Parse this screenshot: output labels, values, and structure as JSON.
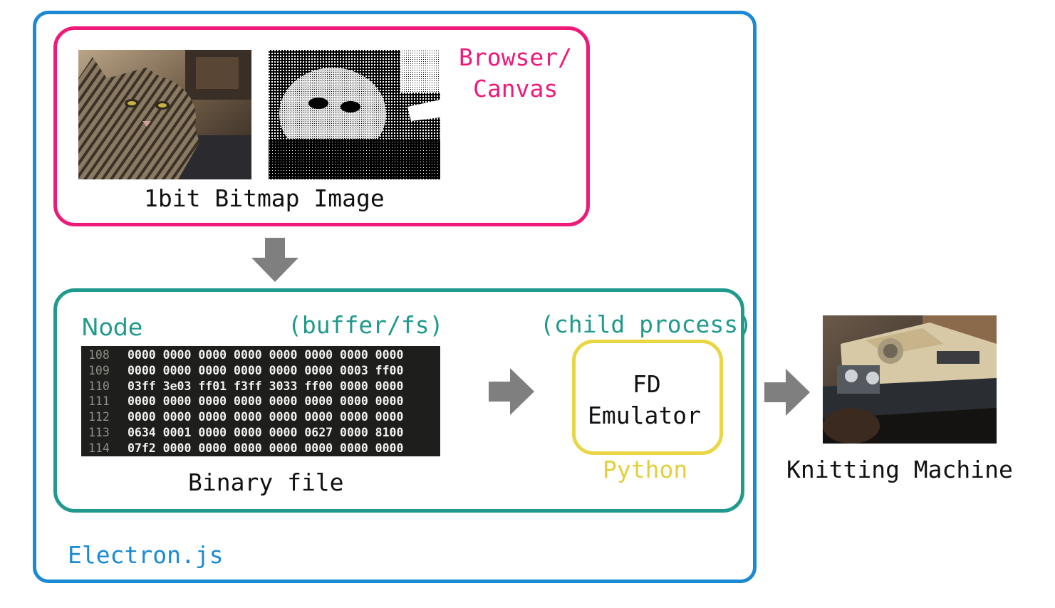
{
  "labels": {
    "browser_canvas_line1": "Browser/",
    "browser_canvas_line2": "Canvas",
    "bitmap_caption": "1bit Bitmap Image",
    "node": "Node",
    "buffer_fs": "(buffer/fs)",
    "child_process": "(child process)",
    "fd_line1": "FD",
    "fd_line2": "Emulator",
    "python": "Python",
    "binary_file": "Binary file",
    "electron": "Electron.js",
    "knitting_machine": "Knitting Machine"
  },
  "hex_dump": [
    {
      "line": "108",
      "data": "0000 0000 0000 0000 0000 0000 0000 0000"
    },
    {
      "line": "109",
      "data": "0000 0000 0000 0000 0000 0000 0003 ff00"
    },
    {
      "line": "110",
      "data": "03ff 3e03 ff01 f3ff 3033 ff00 0000 0000"
    },
    {
      "line": "111",
      "data": "0000 0000 0000 0000 0000 0000 0000 0000"
    },
    {
      "line": "112",
      "data": "0000 0000 0000 0000 0000 0000 0000 0000"
    },
    {
      "line": "113",
      "data": "0634 0001 0000 0000 0000 0627 0000 8100"
    },
    {
      "line": "114",
      "data": "07f2 0000 0000 0000 0000 0000 0000 0000"
    }
  ],
  "colors": {
    "electron": "#1b8ad3",
    "browser": "#ee1a7a",
    "node": "#1f9a8c",
    "python": "#e9d642",
    "python_text": "#e2cf3a",
    "arrow": "#7f7f7f",
    "text": "#111111"
  },
  "icons": {
    "cat_photo": "cat-photo",
    "dither_photo": "dithered-cat-photo",
    "knit_photo": "knitting-machine-photo",
    "arrow": "arrow-icon"
  }
}
